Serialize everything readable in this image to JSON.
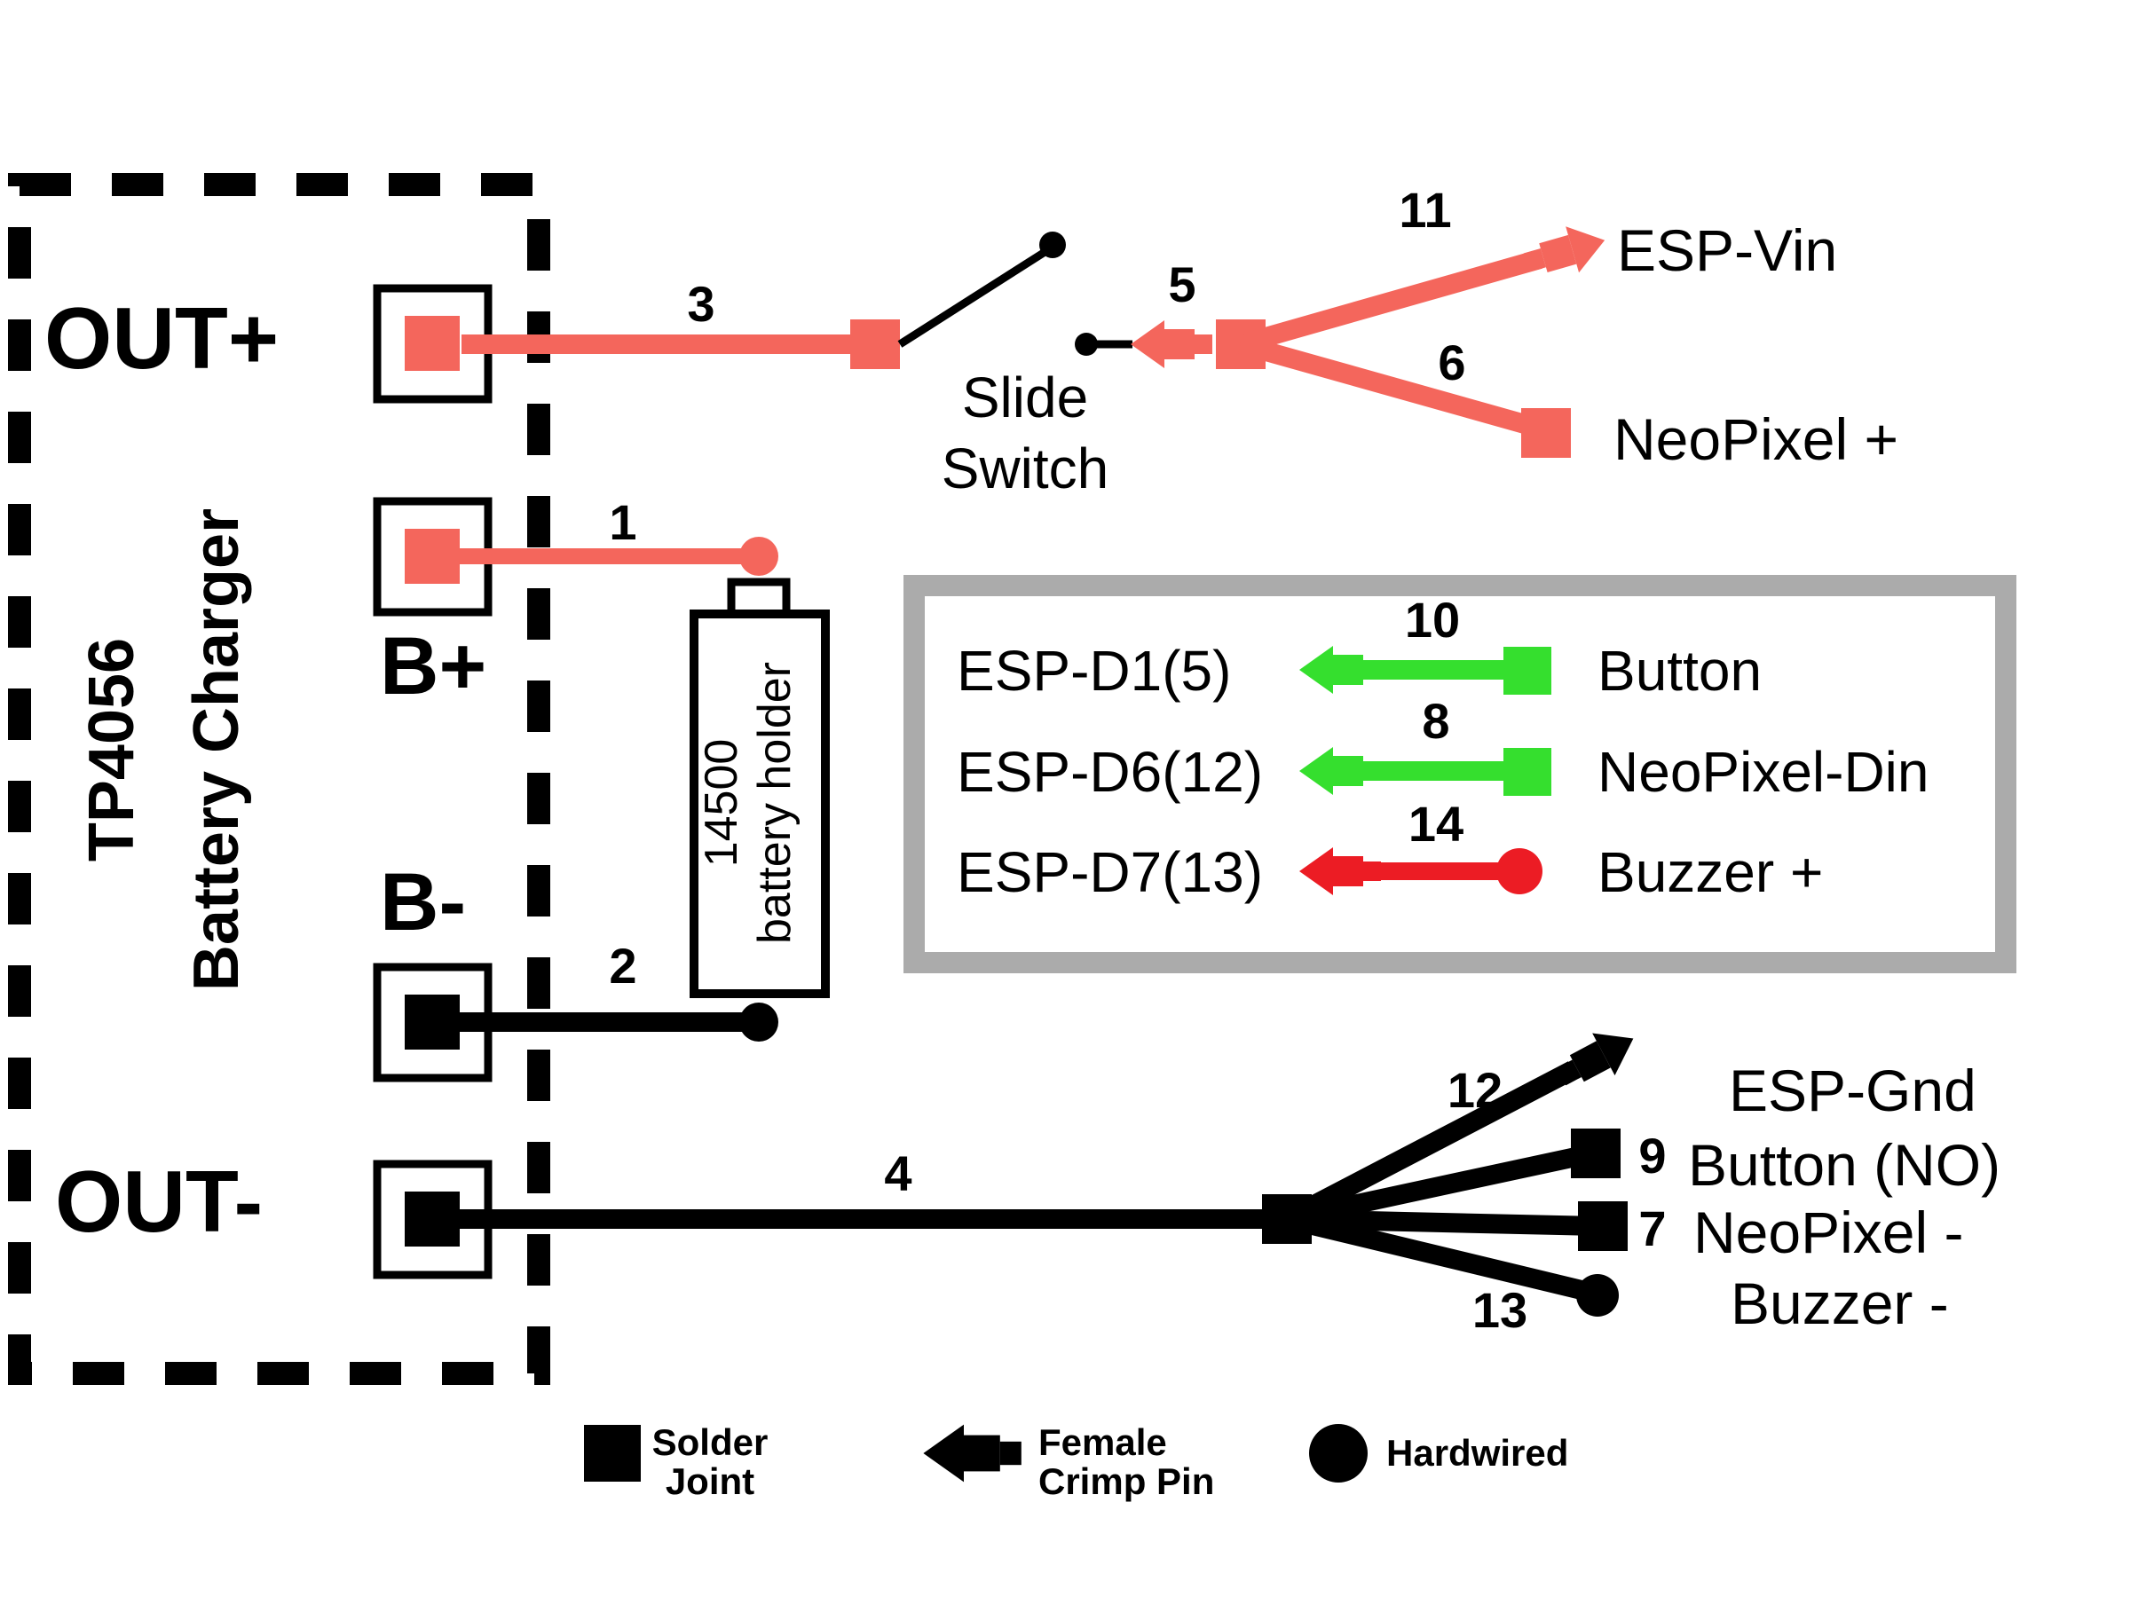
{
  "colors": {
    "power": "#f4665c",
    "ground": "#000000",
    "green": "#35df2e",
    "red": "#ec1c24",
    "gray": "#ababab"
  },
  "charger": {
    "title_line1": "TP4056",
    "title_line2": "Battery Charger",
    "pad_out_plus": "OUT+",
    "pad_b_plus": "B+",
    "pad_b_minus": "B-",
    "pad_out_minus": "OUT-"
  },
  "battery_holder": {
    "line1": "14500",
    "line2": "battery holder"
  },
  "slide_switch": {
    "line1": "Slide",
    "line2": "Switch"
  },
  "wire_labels": {
    "w1": "1",
    "w2": "2",
    "w3": "3",
    "w4": "4",
    "w5": "5",
    "w6": "6",
    "w7": "7",
    "w8": "8",
    "w9": "9",
    "w10": "10",
    "w11": "11",
    "w12": "12",
    "w13": "13",
    "w14": "14"
  },
  "destinations": {
    "esp_vin": "ESP-Vin",
    "neopixel_plus": "NeoPixel +",
    "esp_gnd": "ESP-Gnd",
    "button_no": "Button (NO)",
    "neopixel_minus": "NeoPixel -",
    "buzzer_minus": "Buzzer -"
  },
  "signal_box": {
    "rows": [
      {
        "pin": "ESP-D1(5)",
        "wire": "10",
        "target": "Button"
      },
      {
        "pin": "ESP-D6(12)",
        "wire": "8",
        "target": "NeoPixel-Din"
      },
      {
        "pin": "ESP-D7(13)",
        "wire": "14",
        "target": "Buzzer +"
      }
    ]
  },
  "legend": {
    "solder_line1": "Solder",
    "solder_line2": "Joint",
    "crimp_line1": "Female",
    "crimp_line2": "Crimp Pin",
    "hardwired": "Hardwired"
  }
}
